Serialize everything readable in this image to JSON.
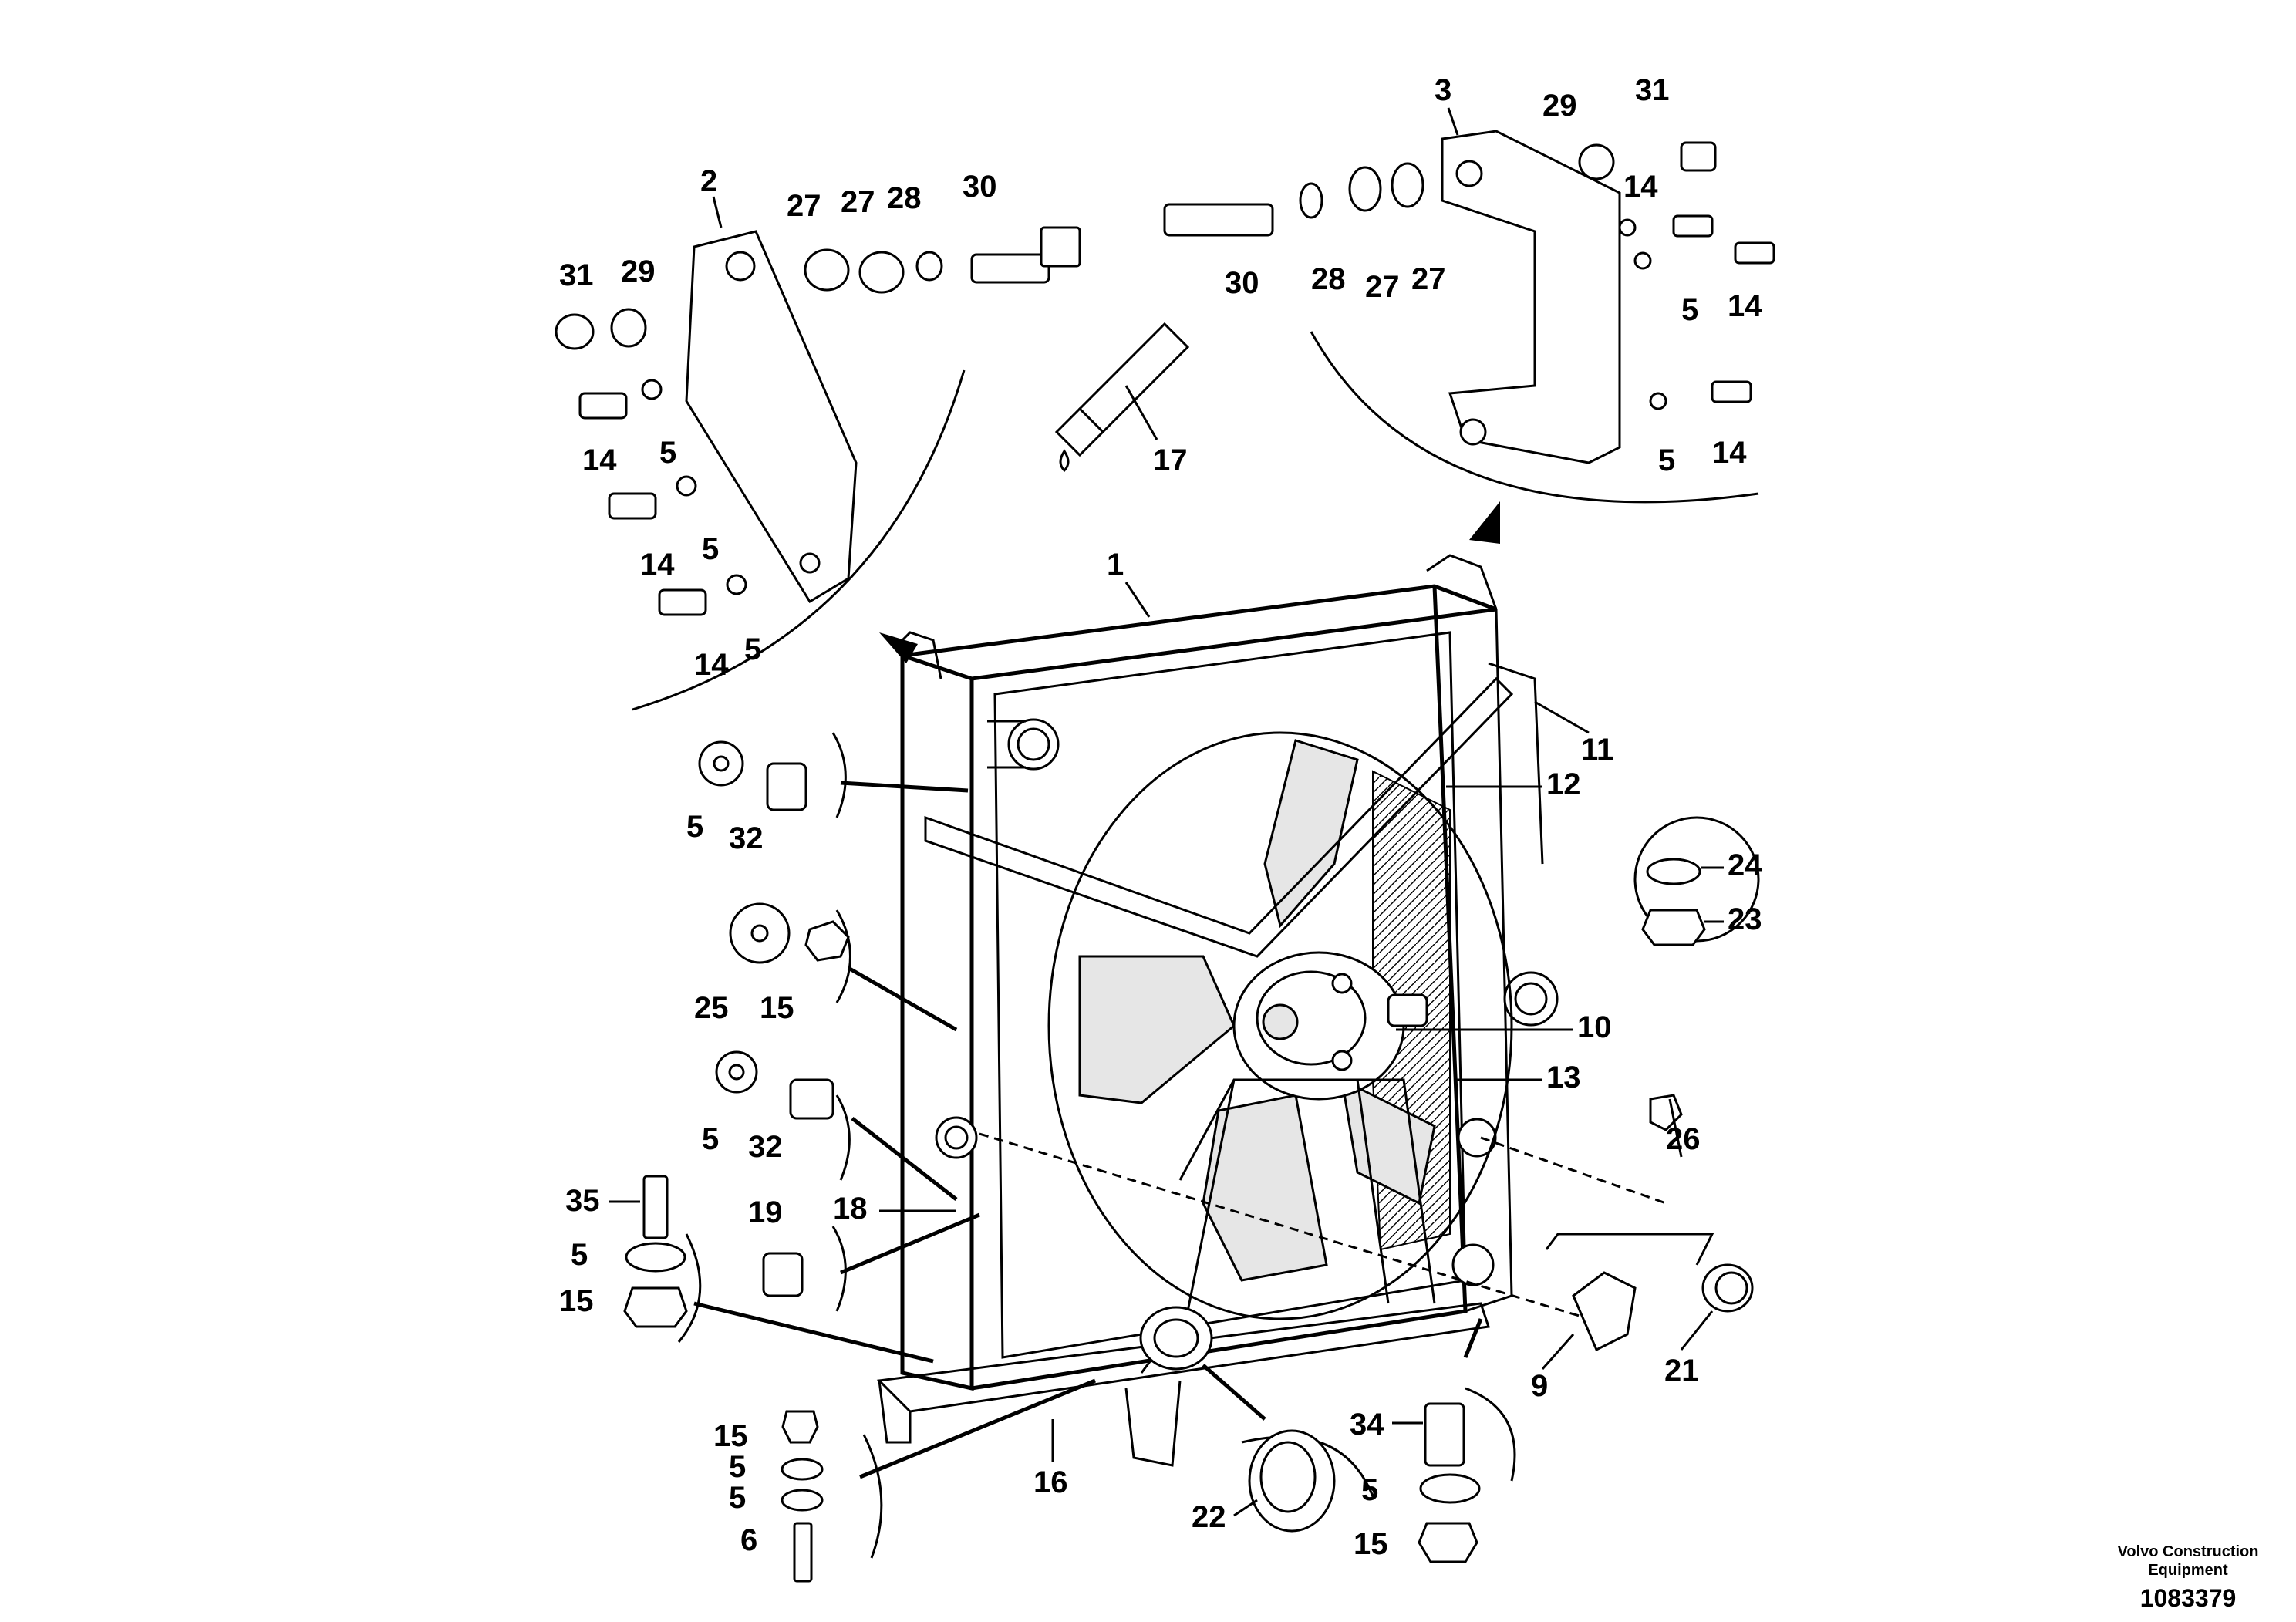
{
  "labels": {
    "l1": "1",
    "l2": "2",
    "l3": "3",
    "l5": "5",
    "l6": "6",
    "l9": "9",
    "l10": "10",
    "l11": "11",
    "l12": "12",
    "l13": "13",
    "l14": "14",
    "l15": "15",
    "l16": "16",
    "l17": "17",
    "l18": "18",
    "l19": "19",
    "l21": "21",
    "l22": "22",
    "l23": "23",
    "l24": "24",
    "l25": "25",
    "l26": "26",
    "l27": "27",
    "l28": "28",
    "l29": "29",
    "l30": "30",
    "l31": "31",
    "l32": "32",
    "l34": "34",
    "l35": "35"
  },
  "credit": {
    "company_line1": "Volvo Construction",
    "company_line2": "Equipment",
    "drawing_number": "1083379"
  }
}
